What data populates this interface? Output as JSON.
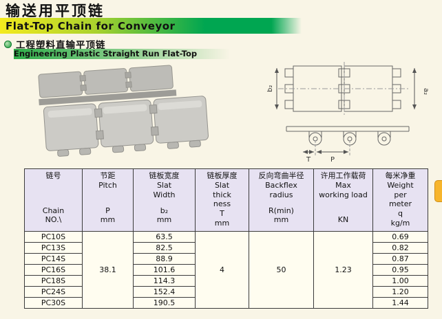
{
  "page": {
    "title_cn": "输送用平顶链",
    "title_en": "Flat-Top Chain for Conveyor",
    "section_cn": "工程塑料直输平顶链",
    "section_en": "Engineering Plastic Straight Run Flat-Top"
  },
  "diagram": {
    "dim_b2": "b₂",
    "dim_a2": "a₂",
    "dim_T": "T",
    "dim_P": "P"
  },
  "table": {
    "headers": [
      {
        "top": [
          "链号"
        ],
        "bottom": [
          "Chain",
          "NO.\\"
        ]
      },
      {
        "top": [
          "节距",
          "Pitch"
        ],
        "bottom": [
          "P",
          "mm"
        ]
      },
      {
        "top": [
          "链板宽度",
          "Slat",
          "Width"
        ],
        "bottom": [
          "b₂",
          "mm"
        ]
      },
      {
        "top": [
          "链板厚度",
          "Slat",
          "thick",
          "ness"
        ],
        "bottom": [
          "T",
          "mm"
        ]
      },
      {
        "top": [
          "反向弯曲半径",
          "Backflex",
          "radius"
        ],
        "bottom": [
          "R(min)",
          "mm"
        ]
      },
      {
        "top": [
          "许用工作载荷",
          "Max",
          "working load"
        ],
        "bottom": [
          "KN"
        ]
      },
      {
        "top": [
          "每米净重",
          "Weight",
          "per",
          "meter"
        ],
        "bottom": [
          "q",
          "kg/m"
        ]
      }
    ],
    "merged": {
      "pitch": "38.1",
      "thickness": "4",
      "radius": "50",
      "load": "1.23"
    },
    "rows": [
      {
        "no": "PC10S",
        "width": "63.5",
        "weight": "0.69"
      },
      {
        "no": "PC13S",
        "width": "82.5",
        "weight": "0.82"
      },
      {
        "no": "PC14S",
        "width": "88.9",
        "weight": "0.87"
      },
      {
        "no": "PC16S",
        "width": "101.6",
        "weight": "0.95"
      },
      {
        "no": "PC18S",
        "width": "114.3",
        "weight": "1.00"
      },
      {
        "no": "PC24S",
        "width": "152.4",
        "weight": "1.20"
      },
      {
        "no": "PC30S",
        "width": "190.5",
        "weight": "1.44"
      }
    ]
  }
}
